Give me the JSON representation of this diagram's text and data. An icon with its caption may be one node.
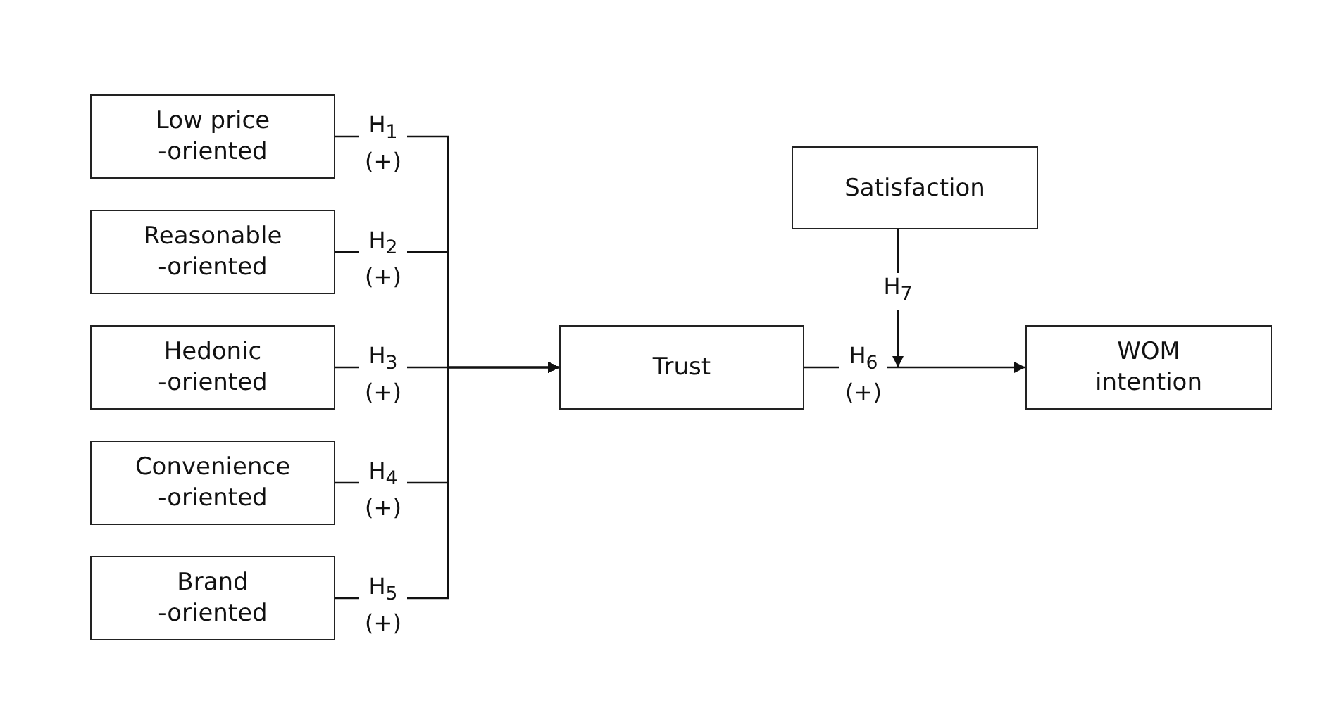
{
  "diagram": {
    "nodes": [
      {
        "text": [
          "Low price -oriented"
        ]
      },
      {
        "text": [
          "Reasonable -oriented"
        ]
      },
      {
        "text": [
          "Hedonic -oriented"
        ]
      },
      {
        "text": [
          "Convenience -oriented"
        ]
      },
      {
        "text": [
          "Brand -oriented"
        ]
      },
      {
        "text": [
          "Trust"
        ]
      },
      {
        "text": [
          "Satisfaction"
        ]
      },
      {
        "text": [
          "WOM intention"
        ]
      }
    ],
    "edges": [
      {
        "from": 0,
        "to": 5,
        "arrow": "to",
        "label": "H$_{1}$ (+)"
      },
      {
        "from": 1,
        "to": 5,
        "arrow": "to",
        "label": "H$_{2}$ (+)"
      },
      {
        "from": 2,
        "to": 5,
        "arrow": "to",
        "label": "H$_{3}$ (+)"
      },
      {
        "from": 3,
        "to": 5,
        "arrow": "to",
        "label": "H$_{4}$ (+)"
      },
      {
        "from": 4,
        "to": 5,
        "arrow": "to",
        "label": "H$_{5}$ (+)"
      },
      {
        "from": 5,
        "to": 7,
        "arrow": "to",
        "label": "H$_{6}$ (+)"
      },
      {
        "from": 6,
        "to": null,
        "arrow": "to",
        "label": "H$_{7}$"
      }
    ]
  }
}
